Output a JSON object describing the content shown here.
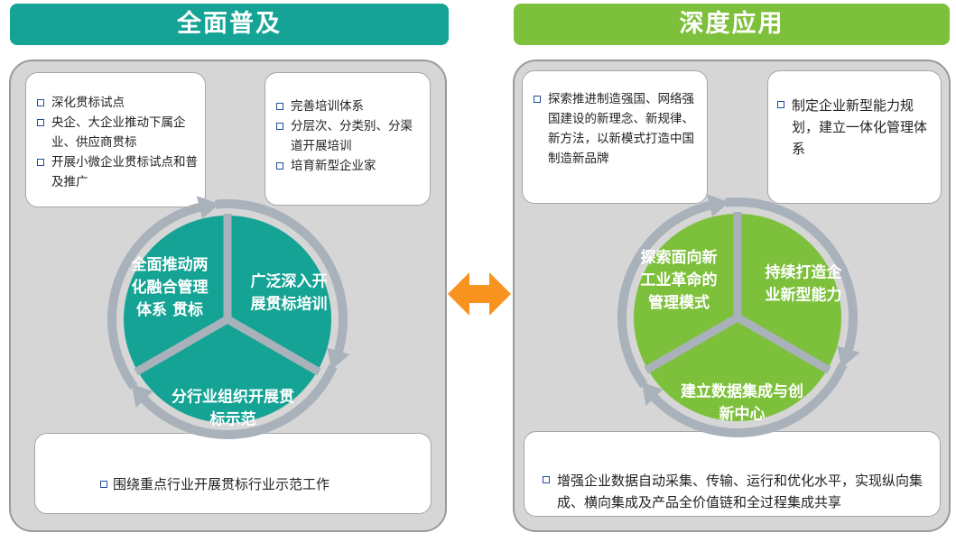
{
  "left": {
    "banner": "全面普及",
    "box_top_left": [
      "深化贯标试点",
      "央企、大企业推动下属企业、供应商贯标",
      "开展小微企业贯标试点和普及推广"
    ],
    "box_top_right": [
      "完善培训体系",
      "分层次、分类别、分渠道开展培训",
      "培育新型企业家"
    ],
    "box_bottom": "围绕重点行业开展贯标行业示范工作",
    "segments": [
      {
        "lines": [
          "全面推动两",
          "化融合管理",
          "体系 贯标"
        ]
      },
      {
        "lines": [
          "广泛深入开",
          "展贯标培训"
        ]
      },
      {
        "lines": [
          "分行业组织开展贯",
          "标示范"
        ]
      }
    ]
  },
  "right": {
    "banner": "深度应用",
    "box_top_left": "探索推进制造强国、网络强国建设的新理念、新规律、新方法，以新模式打造中国制造新品牌",
    "box_top_right": "制定企业新型能力规划，建立一体化管理体系",
    "box_bottom": "增强企业数据自动采集、传输、运行和优化水平，实现纵向集成、横向集成及产品全价值链和全过程集成共享",
    "segments": [
      {
        "lines": [
          "探索面向新",
          "工业革命的",
          "管理模式"
        ]
      },
      {
        "lines": [
          "持续打造企",
          "业新型能力"
        ]
      },
      {
        "lines": [
          "建立数据集成与创",
          "新中心"
        ]
      }
    ]
  },
  "colors": {
    "left_accent": "#14a394",
    "right_accent": "#7dc03b",
    "arrow": "#f7931e",
    "ring": "#a9b1bb"
  }
}
